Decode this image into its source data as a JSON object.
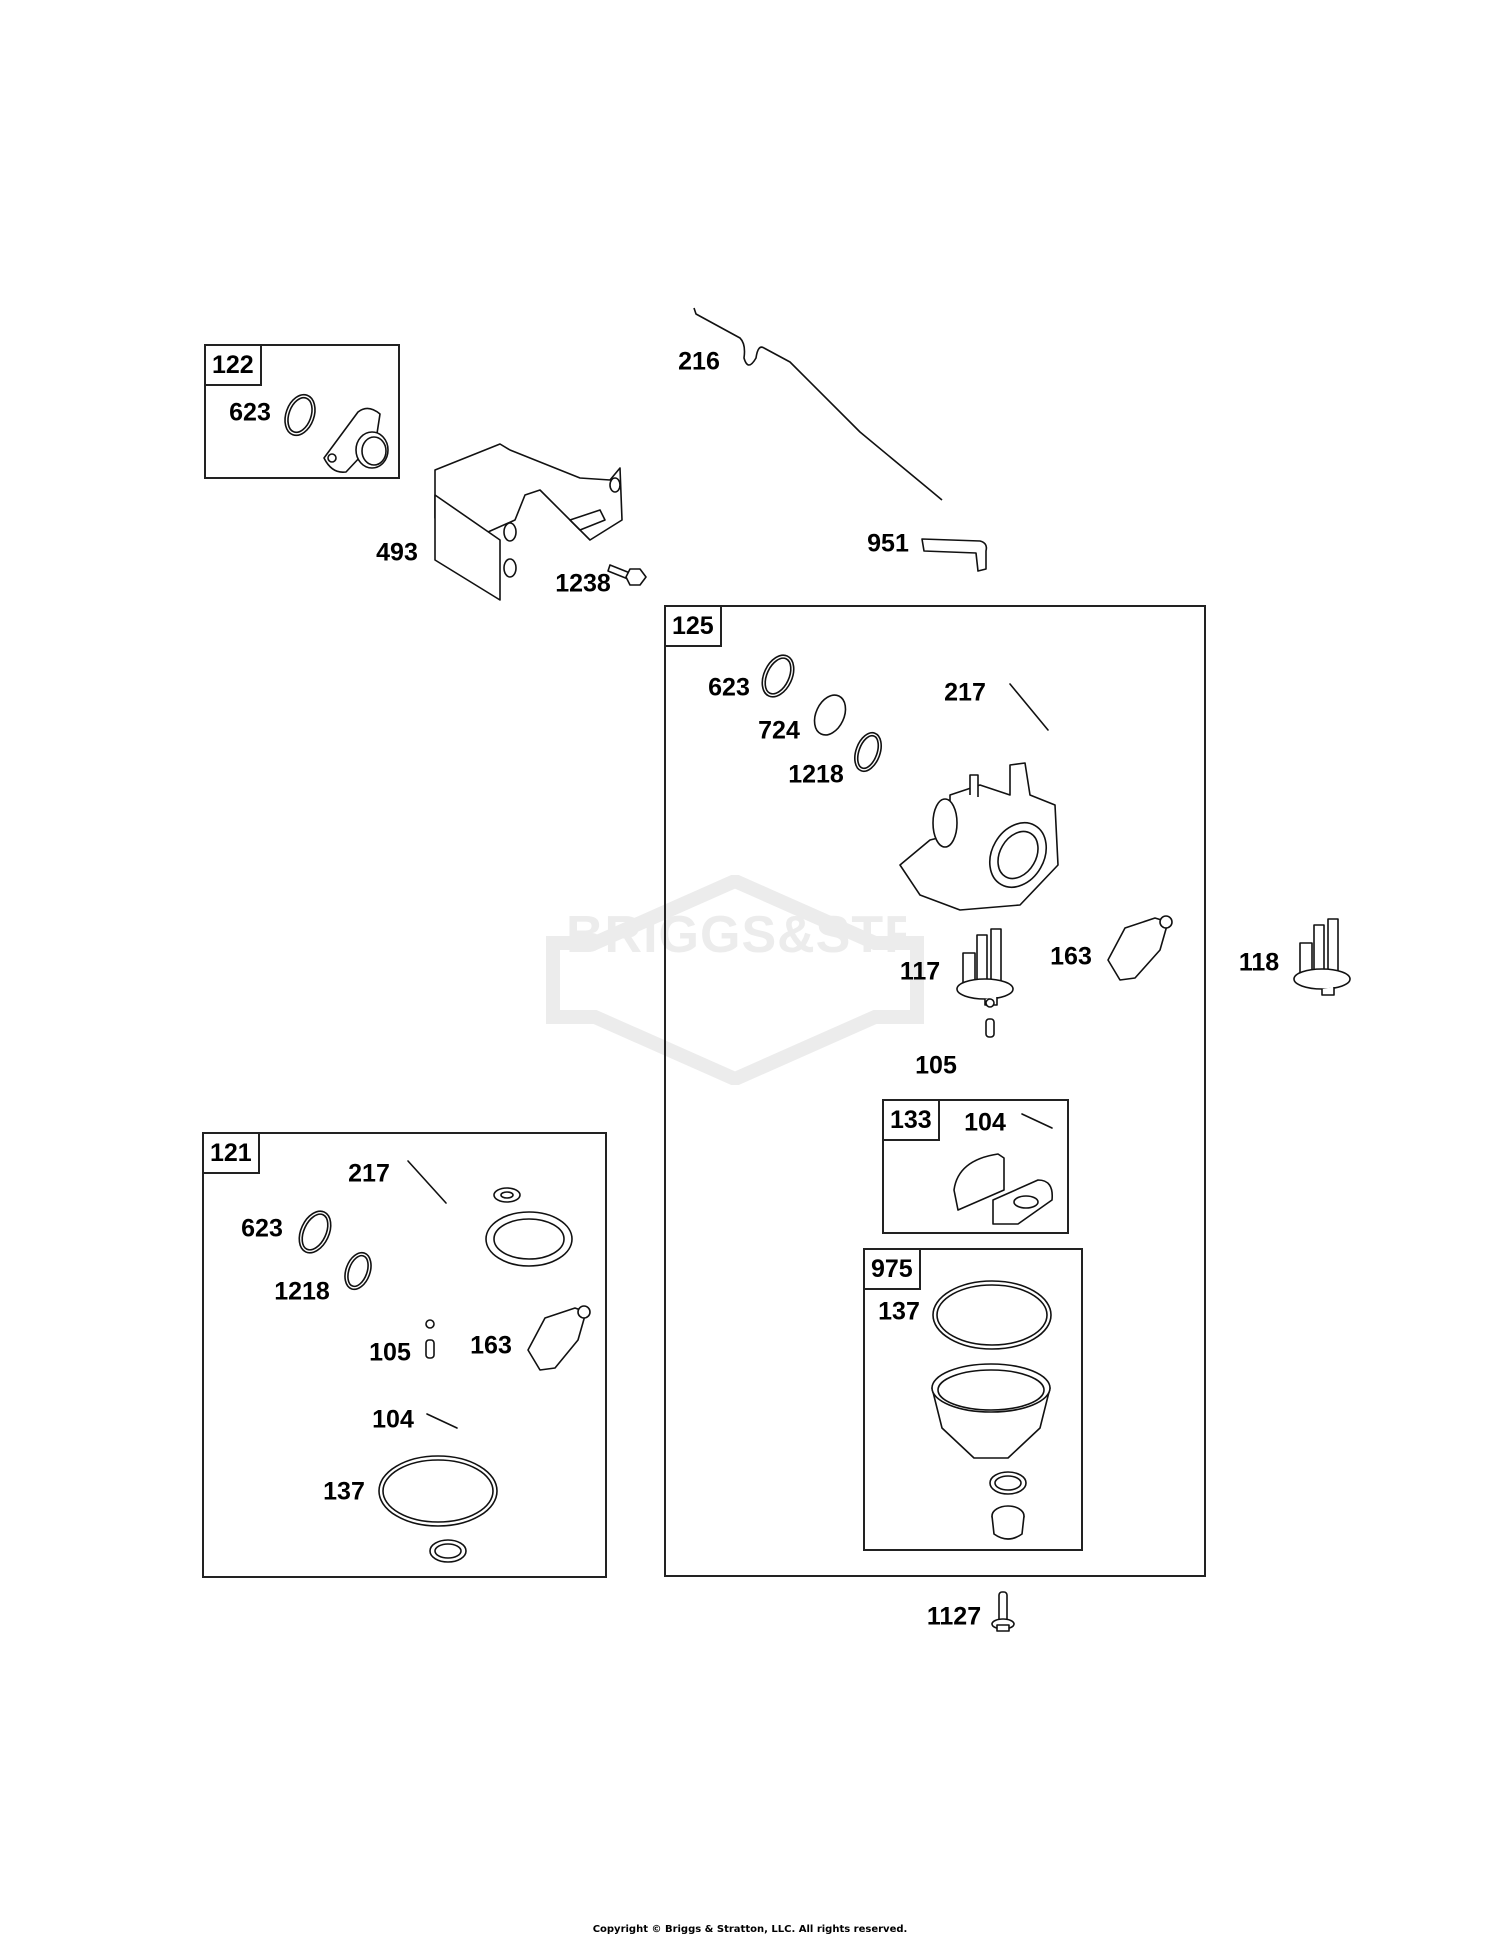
{
  "watermark": {
    "text": "BRIGGS&STRATTON",
    "color": "#ececec"
  },
  "copyright": "Copyright © Briggs & Stratton, LLC. All rights reserved.",
  "kits": [
    {
      "id": "122",
      "parts": [
        "623"
      ]
    },
    {
      "id": "125",
      "parts": [
        "623",
        "724",
        "1218",
        "217",
        "117",
        "163",
        "105"
      ]
    },
    {
      "id": "133",
      "parts": [
        "104"
      ]
    },
    {
      "id": "975",
      "parts": [
        "137"
      ]
    },
    {
      "id": "121",
      "parts": [
        "217",
        "623",
        "1218",
        "105",
        "163",
        "104",
        "137"
      ]
    }
  ],
  "callouts": {
    "p216": "216",
    "p951": "951",
    "p493": "493",
    "p1238": "1238",
    "p122_623": "623",
    "p125_623": "623",
    "p125_724": "724",
    "p125_1218": "1218",
    "p125_217": "217",
    "p117": "117",
    "p125_163": "163",
    "p118": "118",
    "p125_105": "105",
    "p133_104": "104",
    "p975_137": "137",
    "p1127": "1127",
    "p121_217": "217",
    "p121_623": "623",
    "p121_1218": "1218",
    "p121_105": "105",
    "p121_163": "163",
    "p121_104": "104",
    "p121_137": "137"
  }
}
